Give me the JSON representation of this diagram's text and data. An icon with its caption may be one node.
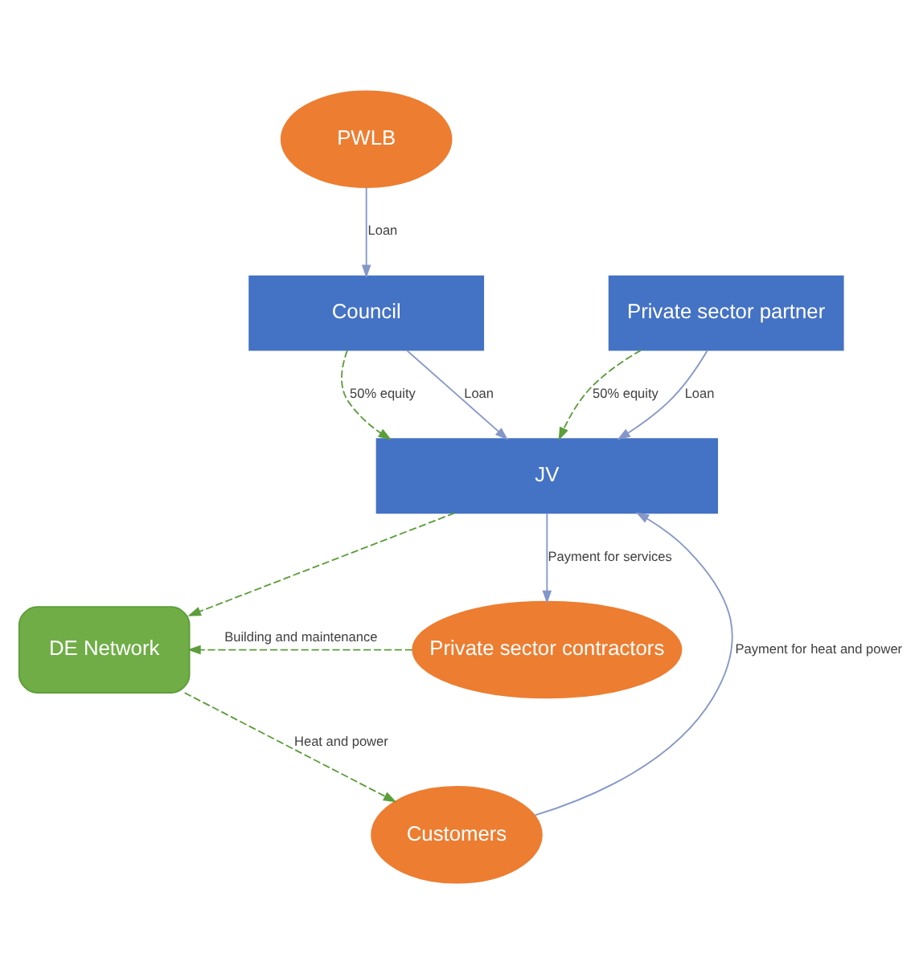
{
  "diagram": {
    "nodes": [
      {
        "text": [
          "PWLB"
        ]
      },
      {
        "text": [
          "Council"
        ]
      },
      {
        "text": [
          "Private sector partner"
        ]
      },
      {
        "text": [
          "JV"
        ]
      },
      {
        "text": [
          "DE Network"
        ]
      },
      {
        "text": [
          "Private sector contractors"
        ]
      },
      {
        "text": [
          "Customers"
        ]
      }
    ],
    "edges": [
      {
        "from": 0,
        "to": 1,
        "arrow": "to",
        "label": "Loan"
      },
      {
        "from": 1,
        "to": 3,
        "arrow": "to",
        "label": "50% equity",
        "style": "dashed",
        "color": "#5b9e3a"
      },
      {
        "from": 2,
        "to": 3,
        "arrow": "to",
        "label": "50% equity",
        "style": "dashed",
        "color": "#5b9e3a"
      },
      {
        "from": 1,
        "to": 3,
        "arrow": "to",
        "label": "Loan"
      },
      {
        "from": 2,
        "to": 3,
        "arrow": "to",
        "label": "Loan"
      },
      {
        "from": 3,
        "to": 5,
        "arrow": "to",
        "label": "Payment for services"
      },
      {
        "from": 3,
        "to": 4,
        "arrow": "to",
        "style": "dashed",
        "color": "#5b9e3a"
      },
      {
        "from": 5,
        "to": 4,
        "arrow": "to",
        "label": "Building and maintenance",
        "style": "dashed",
        "color": "#5b9e3a"
      },
      {
        "from": 4,
        "to": 6,
        "arrow": "to",
        "label": "Heat and power",
        "style": "dashed",
        "color": "#5b9e3a"
      },
      {
        "from": 6,
        "to": 3,
        "arrow": "to",
        "label": "Payment for heat and power"
      }
    ]
  }
}
